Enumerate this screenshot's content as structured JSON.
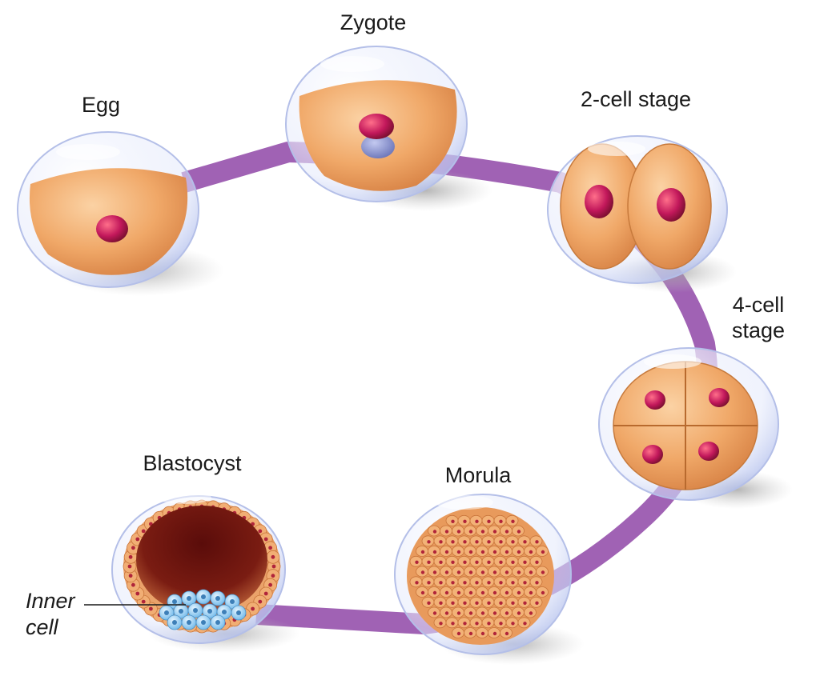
{
  "stages": {
    "egg": "Egg",
    "zygote": "Zygote",
    "two_cell": "2-cell stage",
    "four_cell_line1": "4-cell",
    "four_cell_line2": "stage",
    "morula": "Morula",
    "blastocyst": "Blastocyst"
  },
  "annotation": {
    "inner_line1": "Inner",
    "inner_line2": "cell"
  },
  "colors": {
    "path": "#a062b4",
    "cytoplasm": "#f0a868",
    "nucleus": "#c2185b",
    "membrane": "#c9d2f4",
    "inner_cell": "#7fc4ee",
    "cavity": "#7a1c12"
  }
}
